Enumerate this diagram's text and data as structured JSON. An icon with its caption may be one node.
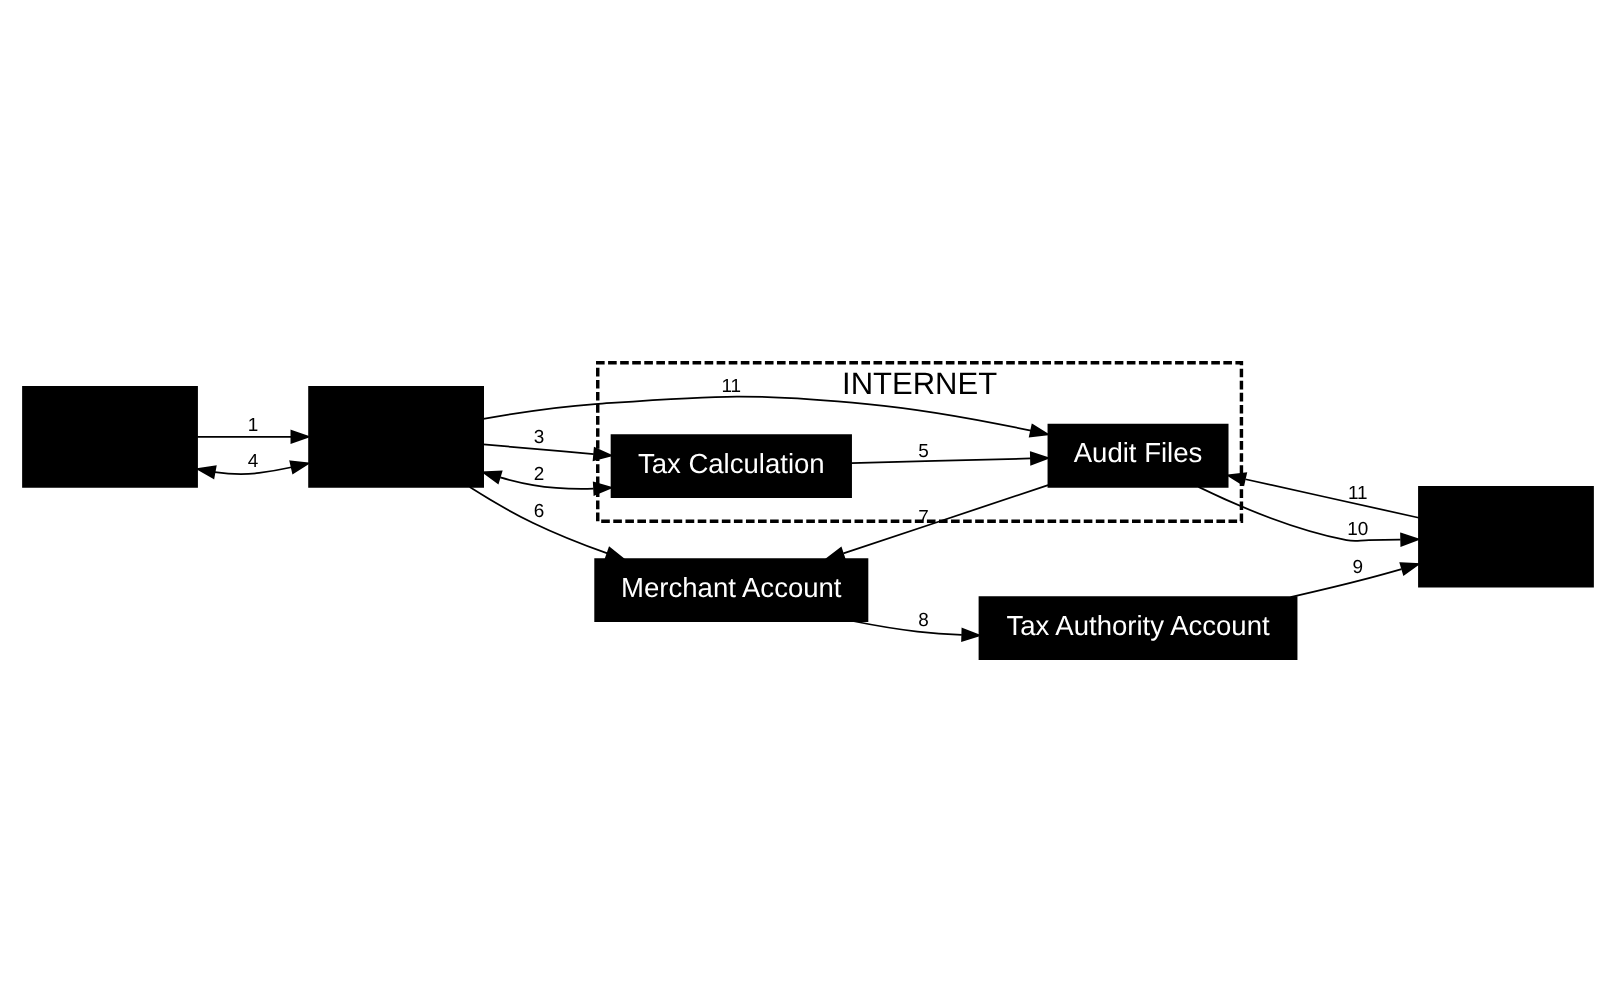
{
  "diagram": {
    "nodes": [
      {
        "text": [],
        "shape": "box"
      },
      {
        "text": [],
        "shape": "box"
      },
      {
        "text": [
          "Merchant Account"
        ]
      },
      {
        "text": [
          "Tax Authority Account"
        ]
      },
      {
        "text": [
          "INTERNET"
        ]
      },
      {
        "text": [
          "Tax Calculation"
        ],
        "in": 4
      },
      {
        "text": [
          "Audit Files"
        ],
        "in": 4
      },
      {
        "text": [],
        "shape": "box"
      }
    ],
    "edges": [
      {
        "from": 0,
        "to": 1,
        "arrow": "to",
        "label": "1"
      },
      {
        "from": 1,
        "to": 0,
        "arrow": "both",
        "label": "4"
      },
      {
        "from": 1,
        "to": 5,
        "arrow": "both",
        "label": "2"
      },
      {
        "from": 1,
        "to": 5,
        "arrow": "to",
        "label": "3"
      },
      {
        "from": 5,
        "to": 6,
        "arrow": "to",
        "label": "5"
      },
      {
        "from": 1,
        "to": 2,
        "arrow": "to",
        "label": "6"
      },
      {
        "from": 6,
        "to": 2,
        "arrow": "to",
        "label": "7"
      },
      {
        "from": 2,
        "to": 3,
        "arrow": "to",
        "label": "8"
      },
      {
        "from": 3,
        "to": 7,
        "arrow": "to",
        "label": "9"
      },
      {
        "from": 6,
        "to": 7,
        "arrow": "to",
        "label": "10"
      },
      {
        "from": 1,
        "to": 6,
        "arrow": "to",
        "label": "11"
      },
      {
        "from": 7,
        "to": 6,
        "arrow": "to",
        "label": "11"
      }
    ]
  }
}
